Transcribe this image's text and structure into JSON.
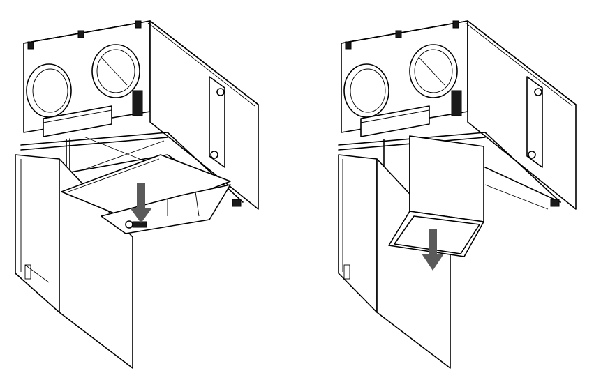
{
  "figure": {
    "panels": [
      {
        "id": "left",
        "action": "slide-plate-down",
        "arrow_color": "#5a5a5a"
      },
      {
        "id": "right",
        "action": "lower-heat-exchanger-cube",
        "arrow_color": "#5a5a5a"
      }
    ],
    "line_color": "#000000",
    "background": "#ffffff"
  }
}
